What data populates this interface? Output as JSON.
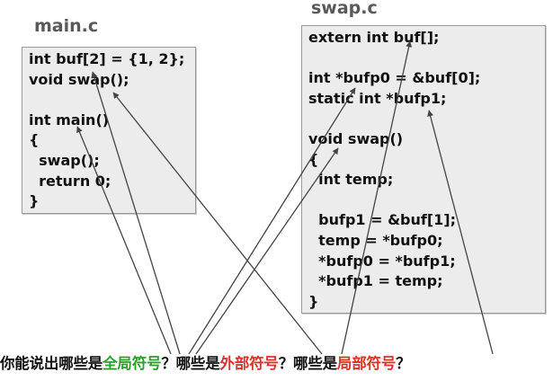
{
  "colors": {
    "text": "#111111",
    "file_title": "#595959",
    "box_fill": "#ececec",
    "box_border": "#9a9a9a",
    "arrow": "#444444",
    "global_highlight": "#2e9e2e",
    "external_highlight": "#d9342b",
    "local_highlight": "#d9342b"
  },
  "files": {
    "main": {
      "title": "main.c",
      "lines": [
        "int buf[2] = {1, 2};",
        "void swap();",
        "",
        "int main()",
        "{",
        "  swap();",
        "  return 0;",
        "}"
      ]
    },
    "swap": {
      "title": "swap.c",
      "lines": [
        "extern int buf[];",
        "",
        "int *bufp0 = &buf[0];",
        "static int *bufp1;",
        "",
        "void swap()",
        "{",
        "  int temp;",
        "",
        "  bufp1 = &buf[1];",
        "  temp = *bufp0;",
        "  *bufp0 = *bufp1;",
        "  *bufp1 = temp;",
        "}"
      ]
    }
  },
  "question": {
    "prefix": "你能说出哪些是",
    "global": "全局符号",
    "mid1": "？哪些是",
    "external": "外部符号",
    "mid2": "？哪些是",
    "local": "局部符号",
    "suffix": "？"
  }
}
